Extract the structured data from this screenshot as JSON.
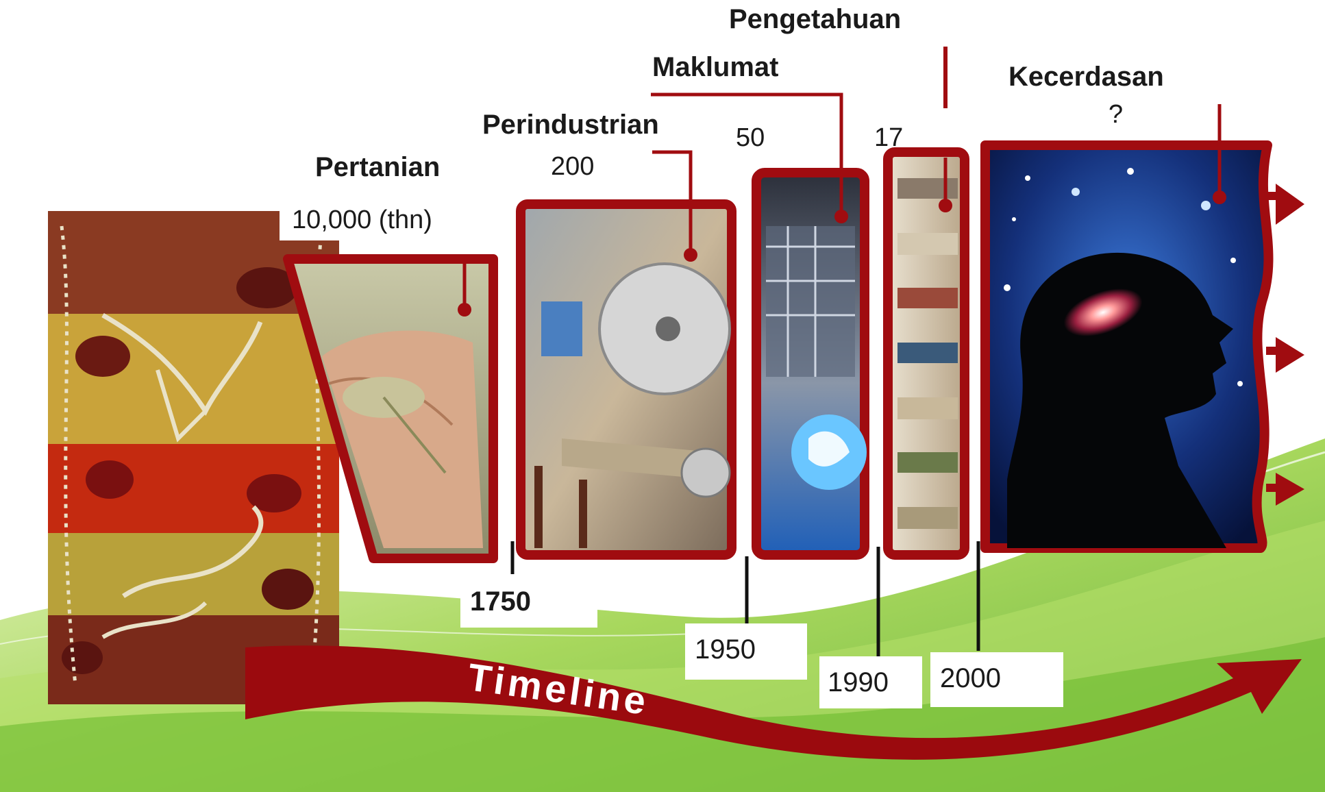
{
  "eras": [
    {
      "name": "Pertanian",
      "duration": "10,000 (thn)"
    },
    {
      "name": "Perindustrian",
      "duration": "200"
    },
    {
      "name": "Maklumat",
      "duration": "50"
    },
    {
      "name": "Pengetahuan",
      "duration": "17"
    },
    {
      "name": "Kecerdasan",
      "duration": "?"
    }
  ],
  "years": [
    "1750",
    "1950",
    "1990",
    "2000"
  ],
  "timeline_label": "Timeline",
  "colors": {
    "frame": "#a00c10",
    "arrow": "#9b0a0e",
    "wave_green": "#7fc23a",
    "wave_light": "#d9ef9b"
  }
}
